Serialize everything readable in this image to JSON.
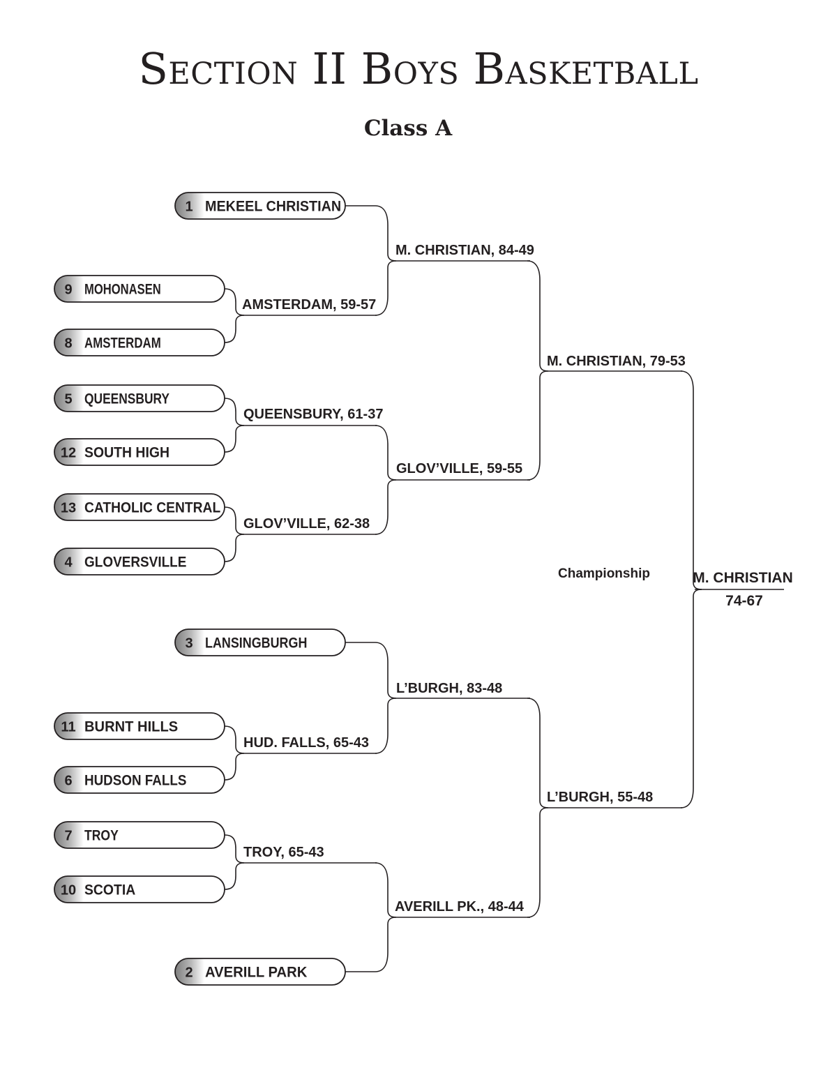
{
  "title": "Section II Boys Basketball",
  "subtitle": "Class A",
  "championship_label": "Championship",
  "champion": {
    "team": "M. CHRISTIAN",
    "score": "74-67"
  },
  "seeds": [
    {
      "seed": "1",
      "team": "MEKEEL CHRISTIAN"
    },
    {
      "seed": "9",
      "team": "MOHONASEN"
    },
    {
      "seed": "8",
      "team": "AMSTERDAM"
    },
    {
      "seed": "5",
      "team": "QUEENSBURY"
    },
    {
      "seed": "12",
      "team": "SOUTH HIGH"
    },
    {
      "seed": "13",
      "team": "CATHOLIC CENTRAL"
    },
    {
      "seed": "4",
      "team": "GLOVERSVILLE"
    },
    {
      "seed": "3",
      "team": "LANSINGBURGH"
    },
    {
      "seed": "11",
      "team": "BURNT HILLS"
    },
    {
      "seed": "6",
      "team": "HUDSON FALLS"
    },
    {
      "seed": "7",
      "team": "TROY"
    },
    {
      "seed": "10",
      "team": "SCOTIA"
    },
    {
      "seed": "2",
      "team": "AVERILL PARK"
    }
  ],
  "results": {
    "r1": [
      "AMSTERDAM, 59-57",
      "QUEENSBURY, 61-37",
      "GLOV’VILLE, 62-38",
      "HUD. FALLS, 65-43",
      "TROY, 65-43"
    ],
    "qf": [
      "M. CHRISTIAN, 84-49",
      "GLOV’VILLE, 59-55",
      "L’BURGH, 83-48",
      "AVERILL PK., 48-44"
    ],
    "sf": [
      "M. CHRISTIAN, 79-53",
      "L’BURGH, 55-48"
    ]
  }
}
